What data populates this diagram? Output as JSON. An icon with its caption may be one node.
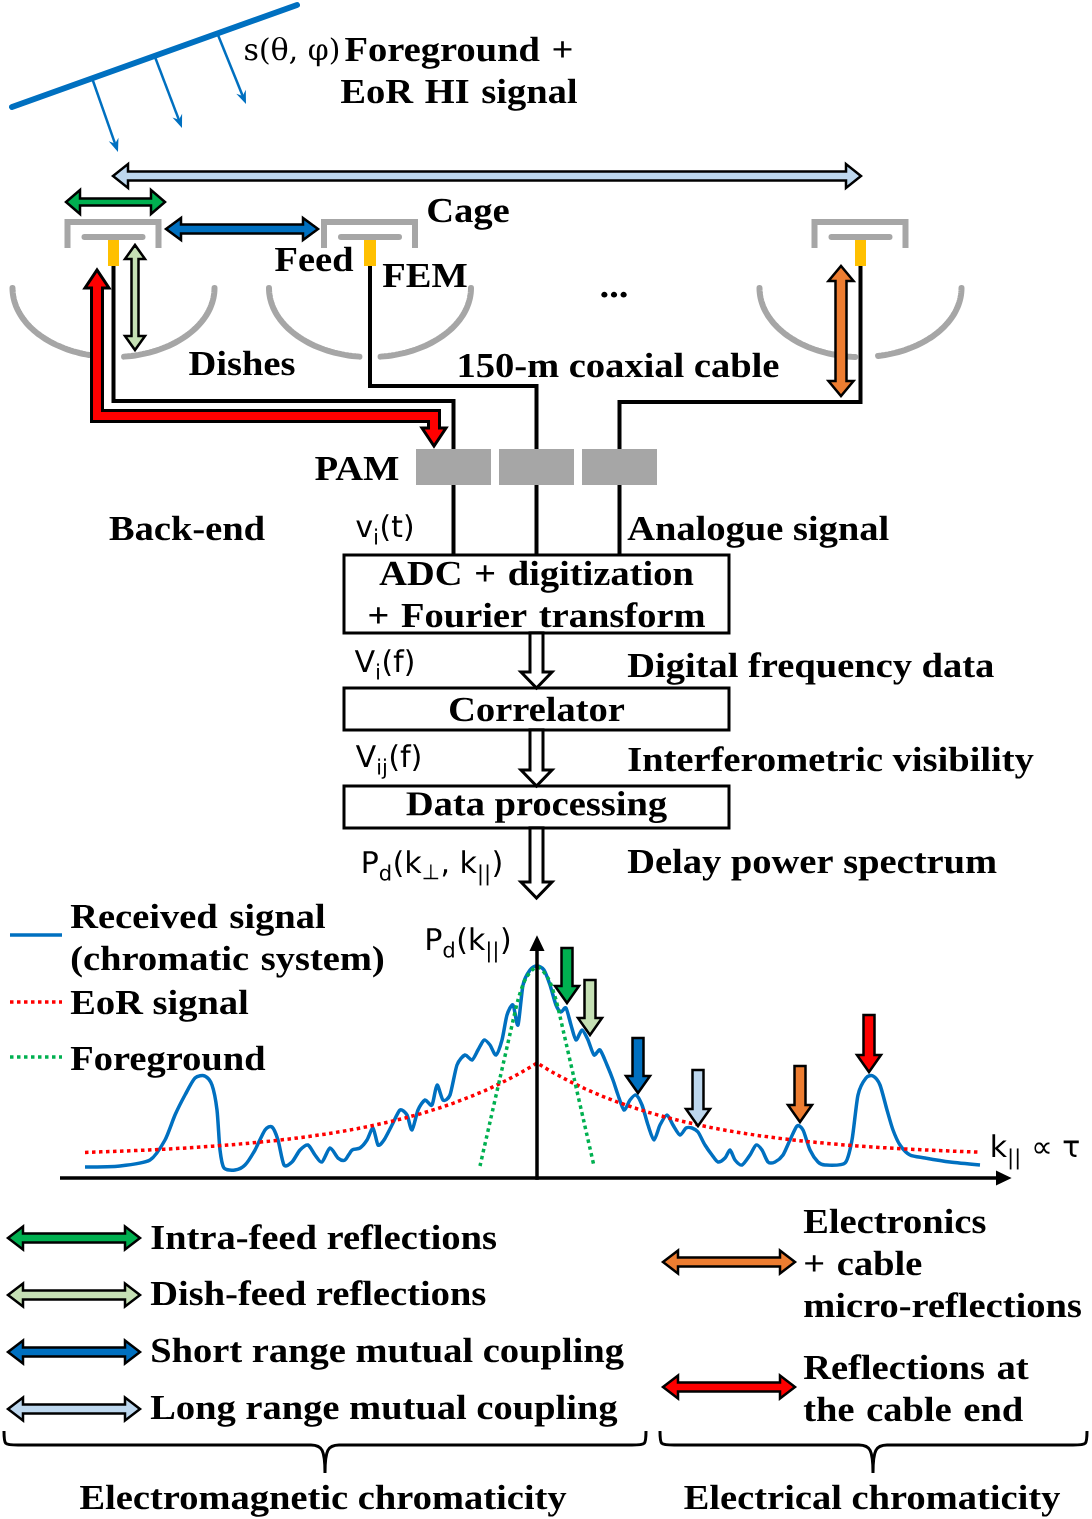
{
  "diagram": {
    "nodes": [
      {
        "text": [],
        "shape": "box"
      },
      {
        "text": [],
        "shape": "box",
        "beside": [
          "FEM"
        ]
      },
      {
        "text": [],
        "shape": "box"
      },
      {
        "text": [],
        "shape": "box",
        "beside": [
          "PAM"
        ]
      },
      {
        "text": [],
        "shape": "box"
      },
      {
        "text": [],
        "shape": "box"
      },
      {
        "text": [
          "ADC + digitization + Fourier transform"
        ]
      },
      {
        "text": [
          "Correlator"
        ]
      },
      {
        "text": [
          "Data processing"
        ]
      }
    ],
    "edges": [
      {
        "from": 0,
        "to": 3,
        "arrow": "none"
      },
      {
        "from": 1,
        "to": 4,
        "arrow": "none"
      },
      {
        "from": 2,
        "to": 5,
        "arrow": "none"
      },
      {
        "from": 3,
        "to": 6,
        "arrow": "none"
      },
      {
        "from": 4,
        "to": 6,
        "arrow": "none"
      },
      {
        "from": 5,
        "to": 6,
        "arrow": "none"
      },
      {
        "from": 6,
        "to": 7,
        "arrow": "to",
        "style": "thick"
      },
      {
        "from": 7,
        "to": 8,
        "arrow": "to",
        "style": "thick"
      },
      {
        "from": 8,
        "to": null,
        "arrow": "to",
        "style": "thick"
      },
      {
        "from": 0,
        "to": 3,
        "arrow": "both",
        "style": "thick",
        "color": "#ff0000"
      }
    ],
    "labels": [
      "s(θ, φ)",
      "Foreground + EoR HI signal",
      "Cage",
      "Feed",
      "...",
      "Dishes",
      "150-m coaxial cable",
      "Back-end",
      "v$_{i}$(t)",
      "Analogue signal",
      "V$_{i}$(f)",
      "Digital frequency data",
      "V$_{ij}$(f)",
      "Interferometric visibility",
      "P$_{d}$(k$_{⊥}$, k$_{||}$)",
      "Delay power spectrum",
      "P$_{d}$(k$_{||}$)",
      "k$_{||}$ ∝ τ",
      "Electromagnetic chromaticity",
      "Electrical chromaticity"
    ],
    "legend": [
      {
        "text": "Received signal (chromatic system)"
      },
      {
        "text": "EoR signal"
      },
      {
        "text": "Foreground"
      },
      {
        "text": "Intra-feed reflections",
        "color": "#00b050"
      },
      {
        "text": "Dish-feed reflections",
        "color": "#c5e0b4"
      },
      {
        "text": "Short range mutual coupling",
        "color": "#0070c0"
      },
      {
        "text": "Long range mutual coupling",
        "color": "#bdd7ee"
      },
      {
        "text": "Electronics + cable micro-reflections",
        "color": "#ed7d31"
      },
      {
        "text": "Reflections at the cable end",
        "color": "#ff0000"
      }
    ]
  }
}
